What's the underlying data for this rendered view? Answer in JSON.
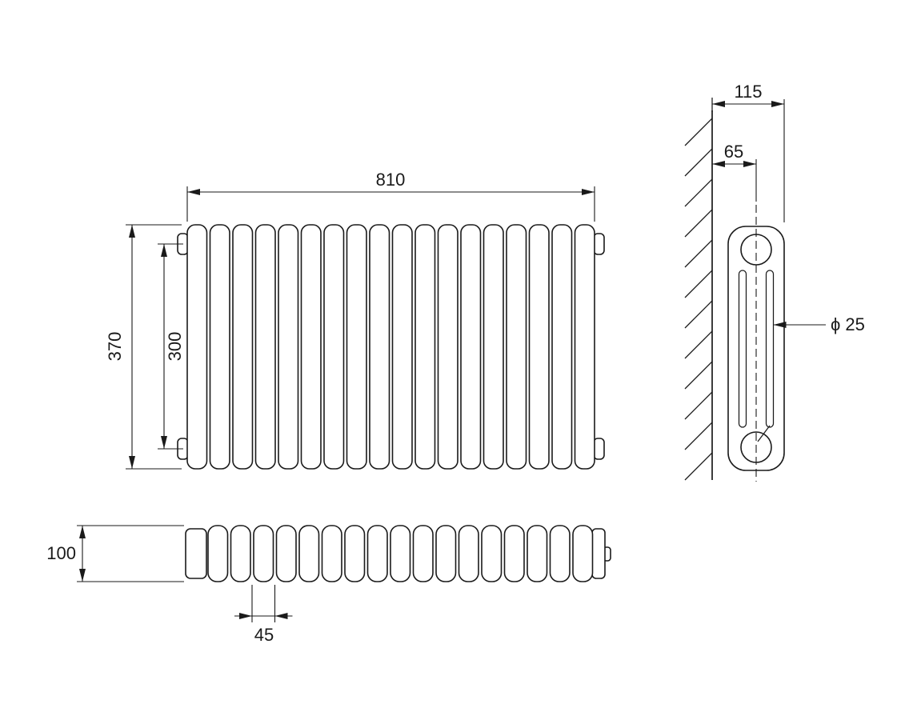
{
  "front_view": {
    "sections": 18,
    "dimensions": {
      "width": "810",
      "height": "370",
      "pipe_spacing": "300"
    }
  },
  "side_view": {
    "hatch_lines": 12,
    "dimensions": {
      "depth": "115",
      "wall_to_pipe_center": "65",
      "pipe_diameter": "ϕ 25"
    }
  },
  "top_view": {
    "bumps": 17,
    "dimensions": {
      "depth": "100",
      "section_pitch": "45"
    }
  },
  "colors": {
    "line": "#1a1a1a",
    "background": "#ffffff"
  }
}
